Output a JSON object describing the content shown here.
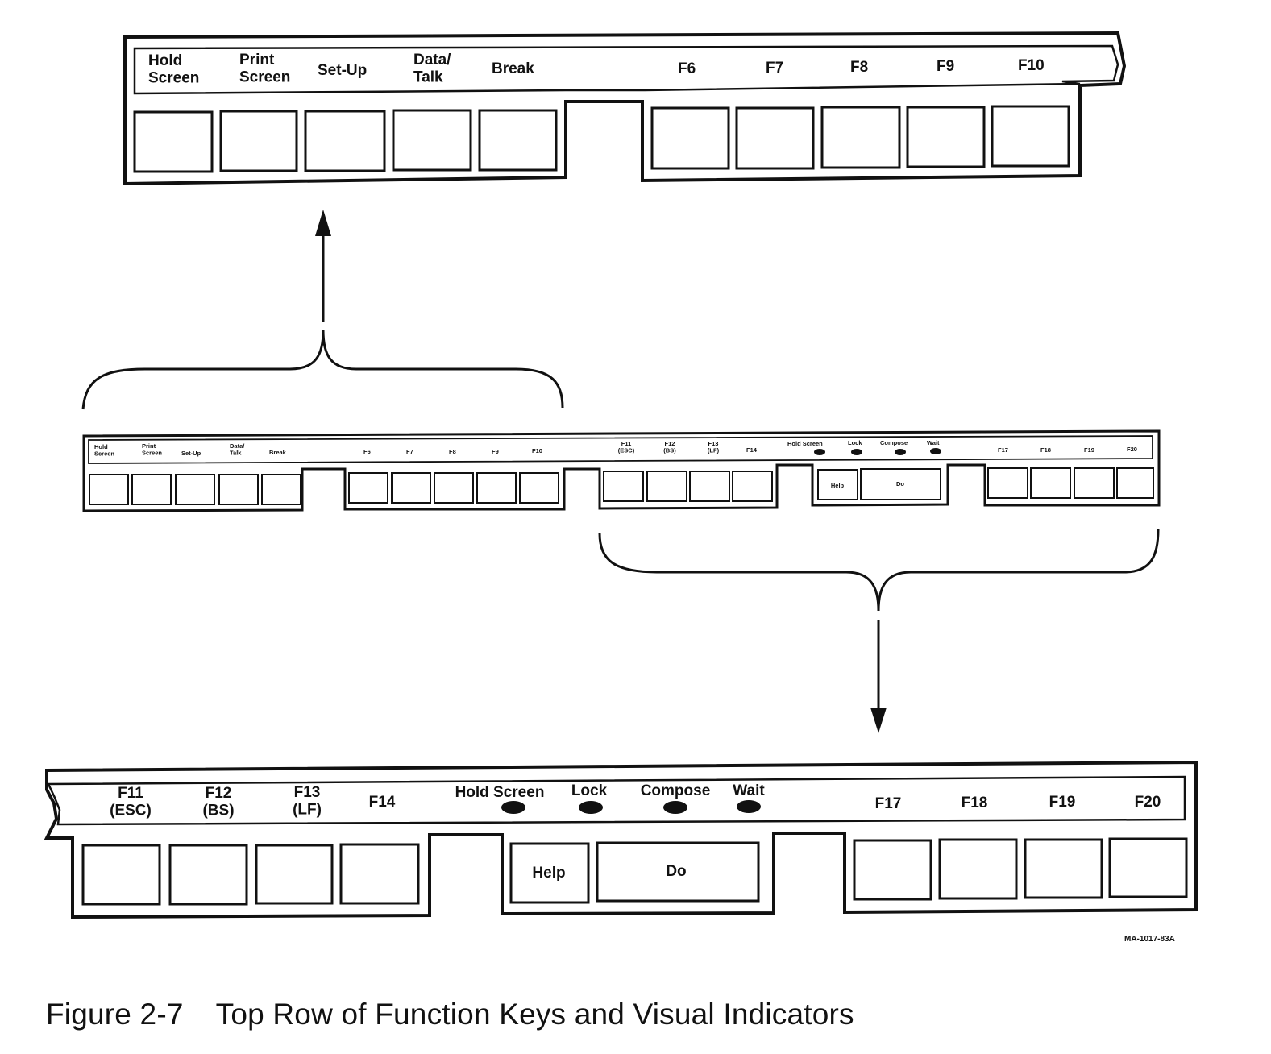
{
  "top_panel": {
    "keys": [
      "Hold\nScreen",
      "Print\nScreen",
      "Set-Up",
      "Data/\nTalk",
      "Break",
      "F6",
      "F7",
      "F8",
      "F9",
      "F10"
    ]
  },
  "full_panel": {
    "group1": [
      "Hold\nScreen",
      "Print\nScreen",
      "Set-Up",
      "Data/\nTalk",
      "Break"
    ],
    "group2": [
      "F6",
      "F7",
      "F8",
      "F9",
      "F10"
    ],
    "group3": [
      "F11\n(ESC)",
      "F12\n(BS)",
      "F13\n(LF)",
      "F14"
    ],
    "indicators": [
      "Hold Screen",
      "Lock",
      "Compose",
      "Wait"
    ],
    "group4_keys": [
      "Help",
      "Do"
    ],
    "group5": [
      "F17",
      "F18",
      "F19",
      "F20"
    ]
  },
  "bottom_panel": {
    "fkeys": [
      "F11\n(ESC)",
      "F12\n(BS)",
      "F13\n(LF)",
      "F14"
    ],
    "indicators": [
      "Hold Screen",
      "Lock",
      "Compose",
      "Wait"
    ],
    "keys": [
      "Help",
      "Do"
    ],
    "fkeys2": [
      "F17",
      "F18",
      "F19",
      "F20"
    ]
  },
  "code": "MA-1017-83A",
  "caption": {
    "number": "Figure 2-7",
    "title": "Top Row of Function Keys and Visual Indicators"
  },
  "colors": {
    "ink": "#111111",
    "paper": "#ffffff"
  }
}
